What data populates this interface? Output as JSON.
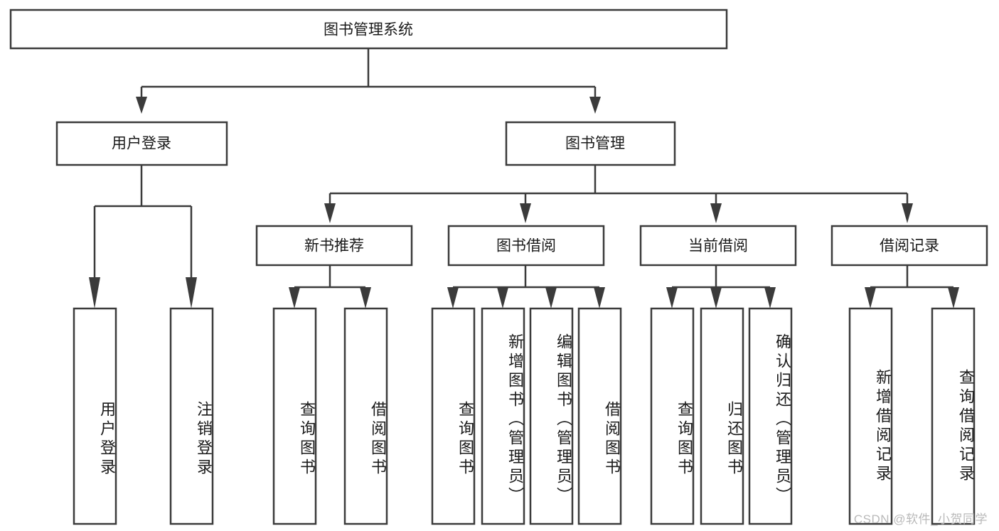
{
  "diagram": {
    "type": "tree",
    "title": "图书管理系统",
    "watermark": "CSDN @软件_小贺同学",
    "colors": {
      "stroke": "#3b3b3b",
      "fill": "#ffffff",
      "text": "#1a1a1a",
      "watermark": "#b9b9b9",
      "background": "#ffffff"
    },
    "levels": {
      "level1": [
        "图书管理系统"
      ],
      "level2": [
        "用户登录",
        "图书管理"
      ],
      "level3": [
        "新书推荐",
        "图书借阅",
        "当前借阅",
        "借阅记录"
      ],
      "level4": [
        "用户登录",
        "注销登录",
        "查询图书",
        "借阅图书",
        "查询图书",
        "新增图书（管理员）",
        "编辑图书（管理员）",
        "借阅图书",
        "查询图书",
        "归还图书",
        "确认归还（管理员）",
        "新增借阅记录",
        "查询借阅记录"
      ]
    },
    "nodes": {
      "root": {
        "label": "图书管理系统",
        "orientation": "horizontal"
      },
      "user_login": {
        "label": "用户登录",
        "orientation": "horizontal"
      },
      "book_manage": {
        "label": "图书管理",
        "orientation": "horizontal"
      },
      "new_book_rec": {
        "label": "新书推荐",
        "orientation": "horizontal"
      },
      "book_borrow": {
        "label": "图书借阅",
        "orientation": "horizontal"
      },
      "current_borrow": {
        "label": "当前借阅",
        "orientation": "horizontal"
      },
      "borrow_record": {
        "label": "借阅记录",
        "orientation": "horizontal"
      },
      "leaf_user_login": {
        "label": "用户登录",
        "orientation": "vertical"
      },
      "leaf_logout": {
        "label": "注销登录",
        "orientation": "vertical"
      },
      "leaf_query_book_1": {
        "label": "查询图书",
        "orientation": "vertical"
      },
      "leaf_borrow_book_1": {
        "label": "借阅图书",
        "orientation": "vertical"
      },
      "leaf_query_book_2": {
        "label": "查询图书",
        "orientation": "vertical"
      },
      "leaf_add_book_admin": {
        "label": "新增图书（管理员）",
        "orientation": "vertical"
      },
      "leaf_edit_book_admin": {
        "label": "编辑图书（管理员）",
        "orientation": "vertical"
      },
      "leaf_borrow_book_2": {
        "label": "借阅图书",
        "orientation": "vertical"
      },
      "leaf_query_book_3": {
        "label": "查询图书",
        "orientation": "vertical"
      },
      "leaf_return_book": {
        "label": "归还图书",
        "orientation": "vertical"
      },
      "leaf_confirm_return_admin": {
        "label": "确认归还（管理员）",
        "orientation": "vertical"
      },
      "leaf_add_borrow_record": {
        "label": "新增借阅记录",
        "orientation": "vertical"
      },
      "leaf_query_borrow_record": {
        "label": "查询借阅记录",
        "orientation": "vertical"
      }
    },
    "edges": [
      {
        "from": "root",
        "to": "user_login"
      },
      {
        "from": "root",
        "to": "book_manage"
      },
      {
        "from": "user_login",
        "to": "leaf_user_login"
      },
      {
        "from": "user_login",
        "to": "leaf_logout"
      },
      {
        "from": "book_manage",
        "to": "new_book_rec"
      },
      {
        "from": "book_manage",
        "to": "book_borrow"
      },
      {
        "from": "book_manage",
        "to": "current_borrow"
      },
      {
        "from": "book_manage",
        "to": "borrow_record"
      },
      {
        "from": "new_book_rec",
        "to": "leaf_query_book_1"
      },
      {
        "from": "new_book_rec",
        "to": "leaf_borrow_book_1"
      },
      {
        "from": "book_borrow",
        "to": "leaf_query_book_2"
      },
      {
        "from": "book_borrow",
        "to": "leaf_add_book_admin"
      },
      {
        "from": "book_borrow",
        "to": "leaf_edit_book_admin"
      },
      {
        "from": "book_borrow",
        "to": "leaf_borrow_book_2"
      },
      {
        "from": "current_borrow",
        "to": "leaf_query_book_3"
      },
      {
        "from": "current_borrow",
        "to": "leaf_return_book"
      },
      {
        "from": "current_borrow",
        "to": "leaf_confirm_return_admin"
      },
      {
        "from": "borrow_record",
        "to": "leaf_add_borrow_record"
      },
      {
        "from": "borrow_record",
        "to": "leaf_query_borrow_record"
      }
    ]
  }
}
